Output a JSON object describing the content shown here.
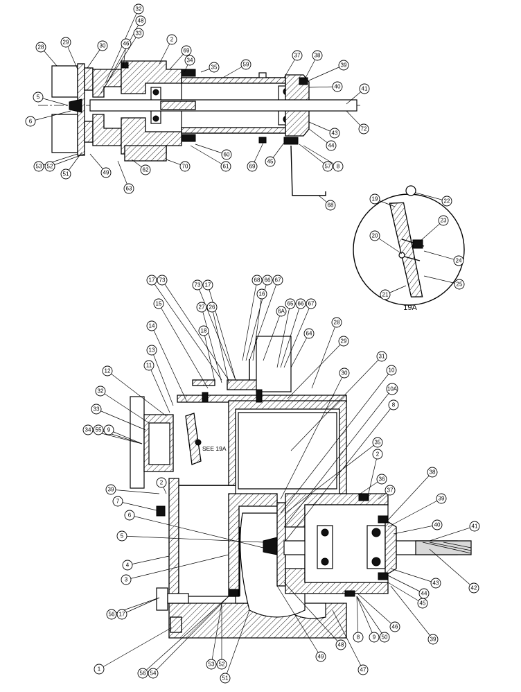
{
  "views": {
    "top": {
      "balloons": [
        "32",
        "48",
        "33",
        "46",
        "2",
        "69",
        "34",
        "28",
        "29",
        "30",
        "35",
        "59",
        "37",
        "38",
        "39",
        "40",
        "41",
        "5",
        "6",
        "72",
        "43",
        "44",
        "53",
        "52",
        "51",
        "49",
        "62",
        "70",
        "60",
        "61",
        "63",
        "69",
        "45",
        "57",
        "8",
        "68"
      ]
    },
    "detail": {
      "title": "19A",
      "balloons": [
        "19",
        "22",
        "23",
        "20",
        "24",
        "21",
        "25"
      ]
    },
    "main": {
      "see_note": "SEE 19A",
      "balloons": [
        "17",
        "73",
        "73",
        "17",
        "68",
        "66",
        "67",
        "16",
        "15",
        "27",
        "26",
        "6A",
        "65",
        "66",
        "67",
        "14",
        "18",
        "64",
        "28",
        "13",
        "29",
        "11",
        "31",
        "12",
        "30",
        "32",
        "10",
        "33",
        "10A",
        "34",
        "55",
        "9",
        "8",
        "35",
        "2",
        "39",
        "36",
        "38",
        "2",
        "37",
        "39",
        "7",
        "6",
        "40",
        "41",
        "5",
        "4",
        "42",
        "3",
        "43",
        "44",
        "45",
        "56",
        "17",
        "46",
        "8",
        "9",
        "50",
        "39",
        "1",
        "48",
        "49",
        "53",
        "52",
        "56",
        "54",
        "51",
        "47"
      ]
    }
  },
  "colors": {
    "line": "#000000",
    "hatch": "#000000",
    "paper": "#ffffff"
  }
}
